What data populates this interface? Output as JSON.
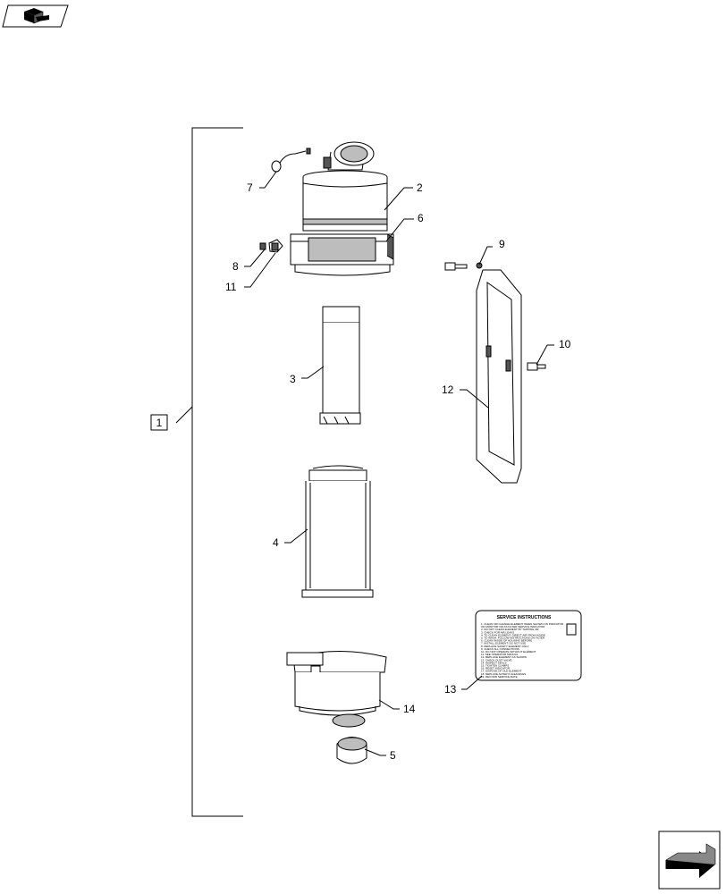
{
  "callouts": [
    "1",
    "2",
    "3",
    "4",
    "5",
    "6",
    "7",
    "8",
    "9",
    "10",
    "11",
    "12",
    "13",
    "14"
  ],
  "decal": {
    "title": "SERVICE INSTRUCTIONS",
    "lines": [
      "1. CLEAN OR CHANGE ELEMENT WHEN SHOWN ON INDICATOR",
      "OR MONITOR OR AS FILTER SERVICE INDICATOR",
      "2. DO NOT CLEAN ELEMENT BY TAPPING OR",
      "3. CHECK FOR AIR LEAKS",
      "4. TO CLEAN ELEMENT: DIRECT AIR FROM INSIDE",
      "5. TO WASH: FOLLOW INSTRUCTIONS ON FILTER",
      "6. CLEAN INSIDE OF HOUSING BEFORE",
      "7. INSTALL ELEMENT: DO NOT USE",
      "8. REPLACE SAFETY ELEMENT ONLY",
      "9. CHECK ALL CONNECTIONS",
      "10. DO NOT OPERATE WITHOUT ELEMENT",
      "11. SEE OPERATOR MANUAL",
      "12. REPLACE ELEMENT AS SHOWN",
      "13. CHECK DUST VALVE",
      "14. INSPECT SEALS",
      "15. TIGHTEN CLAMPS",
      "16. RESET INDICATOR",
      "17. DISPOSE OF OLD ELEMENT",
      "18. REPLACE AFTER 6 CLEANINGS",
      "19. RECORD SERVICE DATE"
    ]
  },
  "icons": {
    "top_left": "book-hand-icon",
    "bottom_right": "next-page-arrow-icon"
  }
}
